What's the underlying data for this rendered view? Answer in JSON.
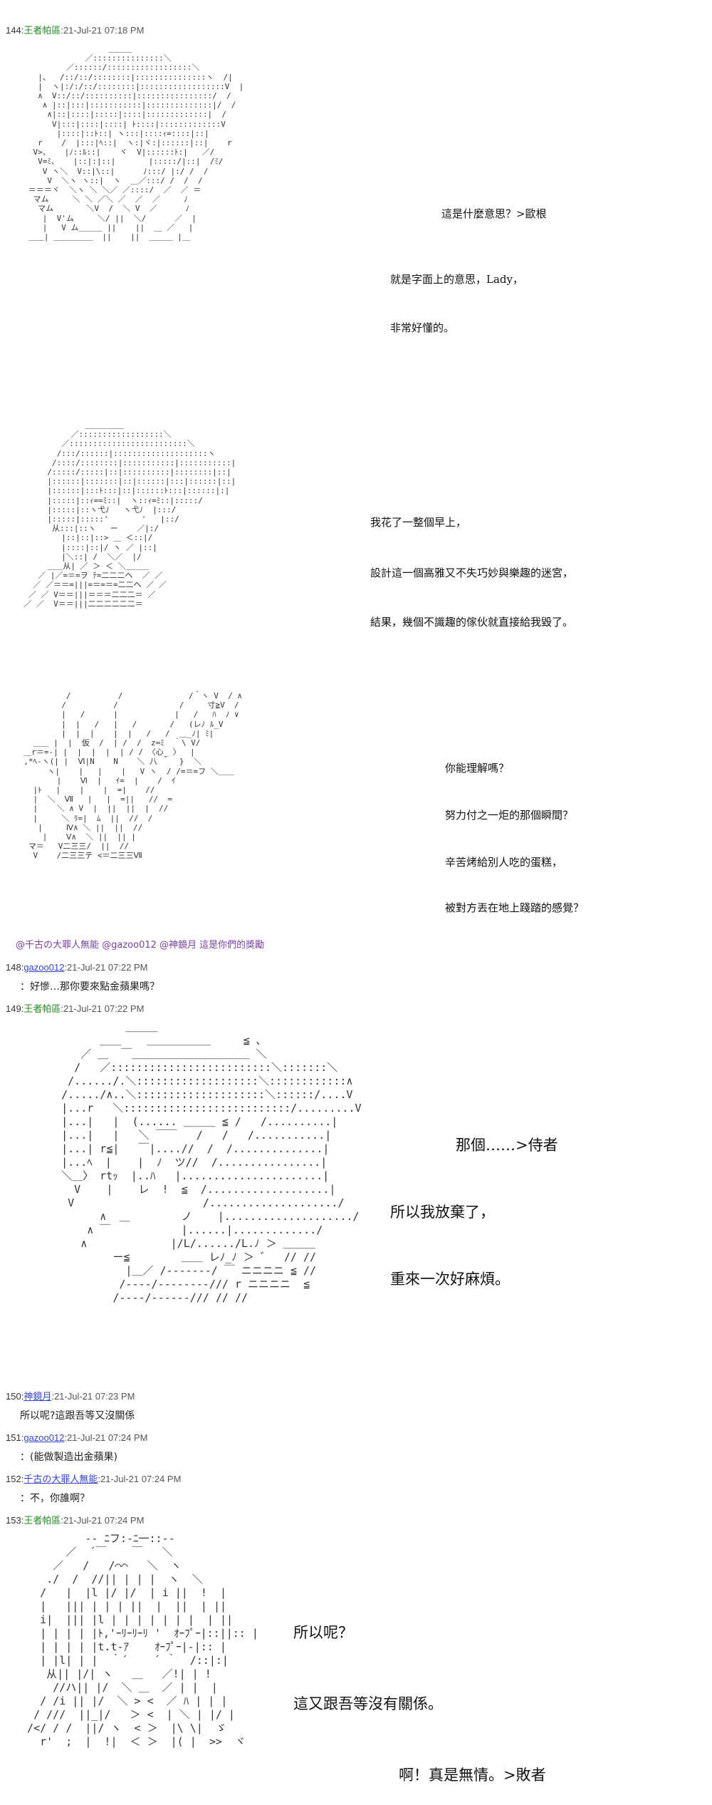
{
  "posts": [
    {
      "num": "144:",
      "name": "王者帕區",
      "time": ":21-Jul-21 07:18 PM"
    },
    {
      "num": "148:",
      "name": "gazoo012",
      "time": ":21-Jul-21 07:22 PM"
    },
    {
      "num": "149:",
      "name": "王者帕區",
      "time": ":21-Jul-21 07:22 PM"
    },
    {
      "num": "150:",
      "name": "神鏡月",
      "time": ":21-Jul-21 07:23 PM"
    },
    {
      "num": "151:",
      "name": "gazoo012",
      "time": ":21-Jul-21 07:24 PM"
    },
    {
      "num": "152:",
      "name": "千古の大罪人無能",
      "time": ":21-Jul-21 07:24 PM"
    },
    {
      "num": "153:",
      "name": "王者帕區",
      "time": ":21-Jul-21 07:24 PM"
    }
  ],
  "post144": {
    "panel1": [
      "這是什麼意思？>歐根",
      "就是字面上的意思，Lady，",
      "非常好懂的。"
    ],
    "panel2": [
      "我花了一整個早上，",
      "設計這一個高雅又不失巧妙與樂趣的迷宮，",
      "結果，幾個不識趣的傢伙就直接給我毀了。"
    ],
    "panel3": [
      "你能理解嗎？",
      "努力付之一炬的那個瞬間？",
      "辛苦烤給別人吃的蛋糕，",
      "被對方丟在地上踐踏的感覺？"
    ],
    "mention_line": "@千古の大罪人無能 @gazoo012 @神鏡月 這是你們的獎勵"
  },
  "post148": {
    "body": "：好慘…那你要來點金蘋果嗎？"
  },
  "post149": {
    "panel": [
      "那個……>侍者",
      "所以我放棄了，",
      "重來一次好麻煩。"
    ]
  },
  "post150": {
    "body": "所以呢?這跟吾等又沒關係"
  },
  "post151": {
    "body": "：(能做製造出金蘋果)"
  },
  "post152": {
    "body": "：不，你誰啊？"
  },
  "post153": {
    "panel": [
      "所以呢？",
      "這又跟吾等沒有關係。",
      "啊！真是無情。>敗者"
    ]
  },
  "aa": {
    "a1": "                    ＿＿＿\n               ／:::::::::::::::＼\n           ／::::::/::::::::::::::::::＼\n     |、  /::/::/::::::::|:::::::::::::::ヽ  /|\n     |  ヽ|:/:/::/::::::::|::::::::::::::::::V  |\n     ∧  V::/::/::::::::::|::::::::::::::::/  /\n      ∧ |::|:::|:::::::::::|::::::::::::::|/  /\n       ∧|::|::::|:::::|::::|:::::::::::::|  /\n        V|:::|::::|::::| ﾄ::::|:::::::::::::V\n         |::::|::ﾄ::| ヽ:::|::::ｨ=::::|::|\n     r    /  |:::|ﾍ::|  ヽ:|ヾ:|::::::|::|    r\n    V>、   |ﾉ::ﾙ::|    ヾ  V|::::::ﾄ:|   ／/\n     V=ﾐ、   |::|:|::|       |:::::/|::|  /ﾐ/\n      V ヽ＼  V::|\\::|      ﾉ:::/ |:/ /  /\n       V  ＼ヽ ヽ::|  ヽ  ＿／:::/ /  /  /\n   ＝＝＝ヾ  ＼ヽ ＼ ＼／ ／::::/  ／  ／ ＝\n    マム     ＼ ＼ ／＼ ／  ／  ／     ﾉ\n     マム       ＼V  /  ＼ V  ／      ﾉ\n      |  V'ム     ＼/ ||  ＼/      ／  |\n      |   V ム＿＿＿ ||    ||  ＿ ／   |\n   ＿＿| ＿＿＿＿＿  ||    ||  ＿＿＿ |＿",
    "a2": "               ＿＿＿＿＿\n            ／::::::::::::::::::＼\n          ／:::::::::::::::::::::::::＼\n         /:::/::::::|::::::::::::::::::::ヽ\n        /::::/::::::::|:::::::::::|:::::::::::|\n       /:::::/:::::|::|::::::::::|::::::::|::|\n       |::::::|:::::::|::|::::::|:::|::::::|::|\n       |::::::|:::ﾄ:::|::|::::::ﾄ:::|::::::|:|\n       |:::::|::ｨ==ﾐ::|  ヽ::ｨ=ﾐ::|:::::/\n       |:::::|::ヽ弋ﾉ   ヽ弋ﾉ  |:::/\n       |:::::|:::::'       '   |::/\n        从:::|::ヽ   ー    ／|:/\n          |::|::|::> ＿ ＜::|/\n          |::::|::|/ ヽ ／ |::|\n          |＼::| /  ＼／  |/\n       ＿＿从| ／ ＞ ＜ ＼＿＿＿\n     ／ |／=＝=ヲ ﾃ=二二二ヘ  ／ ／\n    ／ ／＝＝=|||=＝=＝=二二ヘ ／ ／\n   ／ ／ V＝＝|||＝＝＝二二二＝ ／\n  ／ ／  V＝＝|||二二二二二二＝",
    "a3": "           /          /              /＾ヽ V  / ∧\n          /          /             /     寸≧V  /\n          |   /      |            |   /   ﾊ  ﾉ ∨\n          |  |   /   |   /       /   (レﾉ ﾙ_V\n          |  |  |    |  |   /   /  ＿_ﾉ| ﾐ|\n    ＿＿ |  |  仮  /  | /  /  z=ﾐ  ｀\\ V/\n  ＿r＝=-| |  |  |  |  | / / 〈心_ 〉  |\n  ,*ﾍ-ヽ(| |  Ⅵ|N    N    ＼ 八 ｀  }  ＼\n       ヽ|    |   |    |   V ヽ  / /=＝=フ ＼＿＿\n         |    Ⅵ  |   ｲ=  |    /  ｲ\n    |ﾄ   |    |    |  =|    //\n    |  ＼  Ⅶ   |   |  =||   //  =\n    |    ＼ ∧ V  |  ||  ||  |  //\n    |     ＼ ﾘ=|  ﾑ  ||  //  /\n     |     Ⅳ∧ ＼ ||  ||  //\n      |    Ⅴ∧  ＼ ||  || |\n   マ＝   V二三三/  ||  //\n    V    /二三三テ <＝二三三Ⅶ",
    "a4": "              ＿＿＿\n          ＿＿    ＿＿＿＿＿＿     ≦ ､\n       ／ ＿  ￣＿＿＿＿＿＿＿＿＿＿＿ ＼\n      /   ／:::::::::::::::::::::::::＼:::::::＼\n     /....../.＼:::::::::::::::::::＼::::::::::::∧\n    /...../∧..＼::::::::::::::::::::＼::::::/....V\n    |...r   ＼::::::::::::::::::::::::::/.........V\n    |...|   |  (...... ＿＿＿ ≦ /   /..........|\n    |...|   |   ＼ ￣￣   /   /   /...........|\n    |...| r≦|   ￣|....//  /  /..............|\n    |...ﾍ  |    |  ﾉ  ツ//  /................|\n    ＼＿〉 rtｯ  |..ﾊ   |......................|\n      V    |    レ  !  ≦  /...................|\n     V                    /..................../\n          ∧  ＿        ノ    |..................../\n        ∧ ￣           |......|............./\n       ∧             |/L/....../L.ﾉ ＞ ＿＿＿\n            ー≦        ＿＿ レﾉ_ﾉ ＞ ゛  // //\n              |＿／ /-------/ ￣ ニニニニ ≦ //\n             /----/--------/// r ニニニニ  ≦\n            /----/------/// // //",
    "a5": "           -- ﾆフ:-ﾆ一::--\n        ／  ´￣    ￣   ＼\n      ／   /   /⌒⌒   ＼  ヽ\n     ./  /  //|| | | |  ヽ  ＼\n    /   |  |l |/ |/  | i ||  !  |\n    |   ||| | | | ||  |  ||  | ||\n    i|  ||| |l | | | | | | |  | ||\n    | | | | |ﾄ,'ｰﾘｰﾘｰﾘ '  ｵｰﾌﾟｰ|::||:: |\n    | | | | |t.t-ｱ    ｵｰﾌﾟｰ|-|:: |\n    | |l| | |  ｀´    ´ ｀  /::|:|\n     从|| |/| ヽ   ＿   ／!| | !\n      //ハ|| |/  ＼ ＿  ／ | |  |\n    / /i || |/  ＼ > <  ／ ﾊ | | |\n   / ///  ||_|/   ＞ <  | ＼ | |/ |\n  /</ / /  ||/ ヽ  < ＞  |\\ \\|  ゞ\n    r'  ;  |  !|  ＜ ＞  |( |  >>  ヾ"
  }
}
